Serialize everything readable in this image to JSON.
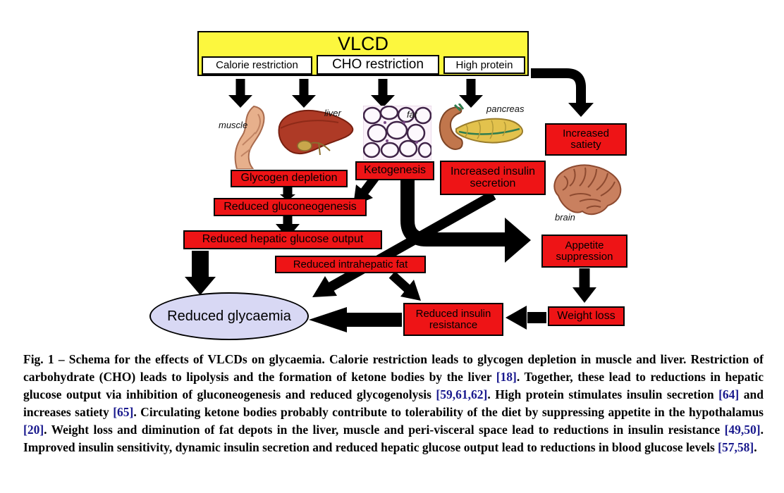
{
  "diagram": {
    "root_label": "VLCD",
    "inputs": [
      "Calorie restriction",
      "CHO restriction",
      "High protein"
    ],
    "organ_labels": {
      "muscle": "muscle",
      "liver": "liver",
      "fat": "fat",
      "pancreas": "pancreas",
      "brain": "brain"
    },
    "nodes": {
      "glycogen_depletion": "Glycogen depletion",
      "ketogenesis": "Ketogenesis",
      "increased_insulin_secretion": "Increased insulin secretion",
      "reduced_gluconeogenesis": "Reduced gluconeogenesis",
      "reduced_hepatic_glucose_output": "Reduced hepatic glucose output",
      "reduced_intrahepatic_fat": "Reduced intrahepatic fat",
      "increased_satiety": "Increased satiety",
      "appetite_suppression": "Appetite suppression",
      "weight_loss": "Weight loss",
      "reduced_insulin_resistance": "Reduced insulin resistance",
      "reduced_glycaemia": "Reduced glycaemia"
    },
    "colors": {
      "root_fill": "#fcf73e",
      "node_fill": "#ee1416",
      "outcome_fill": "#d8d8f4",
      "arrow": "#000000",
      "citation": "#1a1a8e"
    }
  },
  "caption": {
    "segments": [
      {
        "t": "Fig. 1 – Schema for the effects of VLCDs on glycaemia. Calorie restriction leads to glycogen depletion in muscle and liver. Restriction of carbohydrate (CHO) leads to lipolysis and the formation of ketone bodies by the liver "
      },
      {
        "t": "[18]",
        "c": true
      },
      {
        "t": ". Together, these lead to reductions in hepatic glucose output via inhibition of gluconeogenesis and reduced glycogenolysis "
      },
      {
        "t": "[59,61,62]",
        "c": true
      },
      {
        "t": ". High protein stimulates insulin secretion "
      },
      {
        "t": "[64]",
        "c": true
      },
      {
        "t": " and increases satiety "
      },
      {
        "t": "[65]",
        "c": true
      },
      {
        "t": ". Circulating ketone bodies probably contribute to tolerability of the diet by suppressing appetite in the hypothalamus "
      },
      {
        "t": "[20]",
        "c": true
      },
      {
        "t": ". Weight loss and diminution of fat depots in the liver, muscle and peri-visceral space lead to reductions in insulin resistance "
      },
      {
        "t": "[49,50]",
        "c": true
      },
      {
        "t": ". Improved insulin sensitivity, dynamic insulin secretion and reduced hepatic glucose output lead to reductions in blood glucose levels "
      },
      {
        "t": "[57,58]",
        "c": true
      },
      {
        "t": "."
      }
    ]
  }
}
